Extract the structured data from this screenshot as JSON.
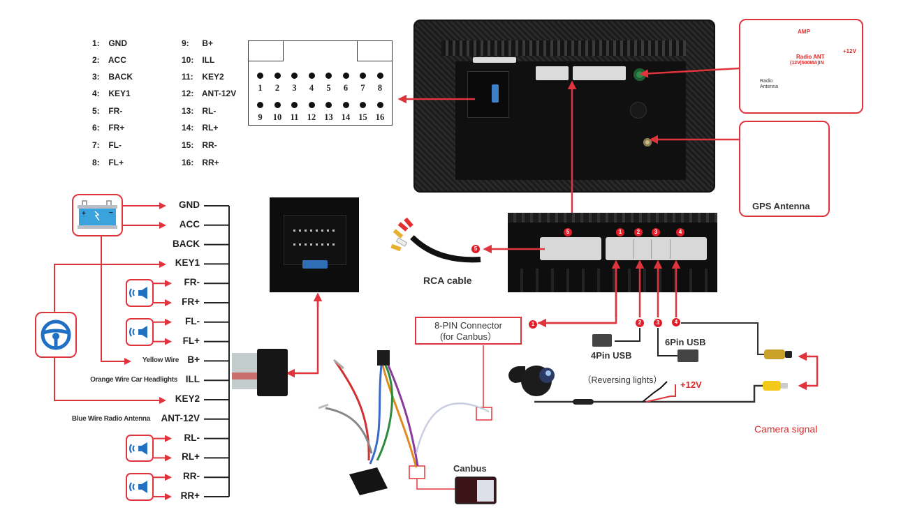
{
  "pinout": {
    "left": [
      {
        "num": "1:",
        "name": "GND"
      },
      {
        "num": "2:",
        "name": "ACC"
      },
      {
        "num": "3:",
        "name": "BACK"
      },
      {
        "num": "4:",
        "name": "KEY1"
      },
      {
        "num": "5:",
        "name": "FR-"
      },
      {
        "num": "6:",
        "name": "FR+"
      },
      {
        "num": "7:",
        "name": "FL-"
      },
      {
        "num": "8:",
        "name": "FL+"
      }
    ],
    "right": [
      {
        "num": "9:",
        "name": "B+"
      },
      {
        "num": "10:",
        "name": "ILL"
      },
      {
        "num": "11:",
        "name": "KEY2"
      },
      {
        "num": "12:",
        "name": "ANT-12V"
      },
      {
        "num": "13:",
        "name": "RL-"
      },
      {
        "num": "14:",
        "name": "RL+"
      },
      {
        "num": "15:",
        "name": "RR-"
      },
      {
        "num": "16:",
        "name": "RR+"
      }
    ]
  },
  "connector_diagram": {
    "top_row": [
      "1",
      "2",
      "3",
      "4",
      "5",
      "6",
      "7",
      "8"
    ],
    "bottom_row": [
      "9",
      "10",
      "11",
      "12",
      "13",
      "14",
      "15",
      "16"
    ]
  },
  "wires": [
    {
      "label": "GND",
      "note": ""
    },
    {
      "label": "ACC",
      "note": ""
    },
    {
      "label": "BACK",
      "note": ""
    },
    {
      "label": "KEY1",
      "note": ""
    },
    {
      "label": "FR-",
      "note": ""
    },
    {
      "label": "FR+",
      "note": ""
    },
    {
      "label": "FL-",
      "note": ""
    },
    {
      "label": "FL+",
      "note": ""
    },
    {
      "label": "B+",
      "note": "Yellow Wire"
    },
    {
      "label": "ILL",
      "note": "Orange Wire Car Headlights"
    },
    {
      "label": "KEY2",
      "note": ""
    },
    {
      "label": "ANT-12V",
      "note": "Blue Wire Radio Antenna"
    },
    {
      "label": "RL-",
      "note": ""
    },
    {
      "label": "RL+",
      "note": ""
    },
    {
      "label": "RR-",
      "note": ""
    },
    {
      "label": "RR+",
      "note": ""
    }
  ],
  "icons": {
    "battery": "battery-icon",
    "steering": "steering-wheel-icon",
    "speaker": "speaker-icon"
  },
  "radio_antenna": {
    "amp": "AMP",
    "plus12": "+12V",
    "radio_ant": "Radio ANT",
    "radio_ant_spec": "(12V|500MA)IN",
    "antenna_label": "Radio Antenna"
  },
  "gps": {
    "label": "GPS Antenna"
  },
  "rca": {
    "label": "RCA cable",
    "badge": "5"
  },
  "ports": {
    "badges": [
      "5",
      "1",
      "2",
      "3",
      "4"
    ]
  },
  "canbus_connector": {
    "line1": "8-PIN Connector",
    "line2": "(for Canbus）",
    "badge": "1"
  },
  "usb": {
    "four_pin": "4Pin USB",
    "four_badge": "2",
    "six_pin": "6Pin USB",
    "six_badge": "3",
    "camera_badge": "4"
  },
  "camera": {
    "reversing": "（Reversing lights）",
    "plus12": "+12V",
    "signal": "Camera signal"
  },
  "canbus": {
    "label": "Canbus"
  },
  "colors": {
    "accent_red": "#e0343c",
    "icon_blue": "#1f6fc4",
    "line_dark": "#222222"
  }
}
